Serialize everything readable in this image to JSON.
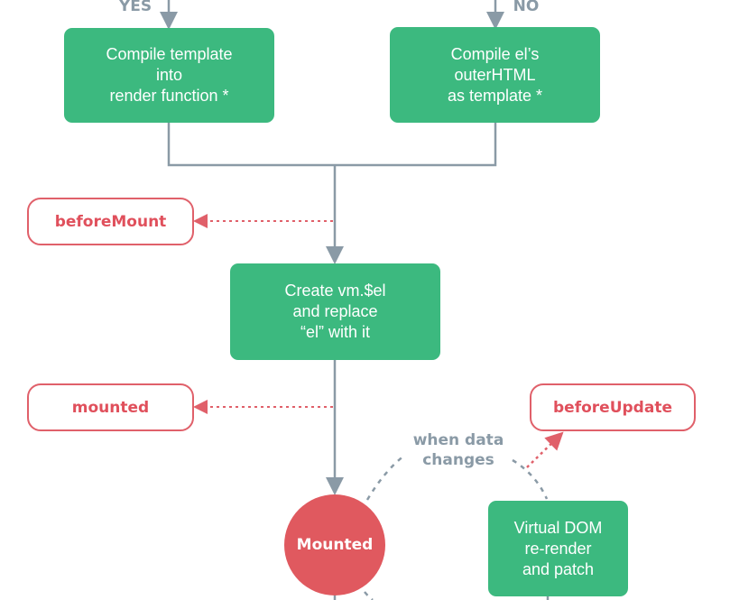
{
  "branches": {
    "yes": "YES",
    "no": "NO"
  },
  "boxes": {
    "compile_template": "Compile template\ninto\nrender function *",
    "compile_el": "Compile el’s\nouterHTML\nas template *",
    "create_el": "Create vm.$el\nand replace\n“el” with it",
    "virtual_dom": "Virtual DOM\nre-render\nand patch"
  },
  "hooks": {
    "before_mount": "beforeMount",
    "mounted": "mounted",
    "before_update": "beforeUpdate"
  },
  "state": {
    "mounted": "Mounted"
  },
  "loop_label": "when data\nchanges",
  "colors": {
    "process": "#3cb97f",
    "hook": "#e0505c",
    "state": "#e0595f",
    "connector": "#8a9aa6"
  }
}
